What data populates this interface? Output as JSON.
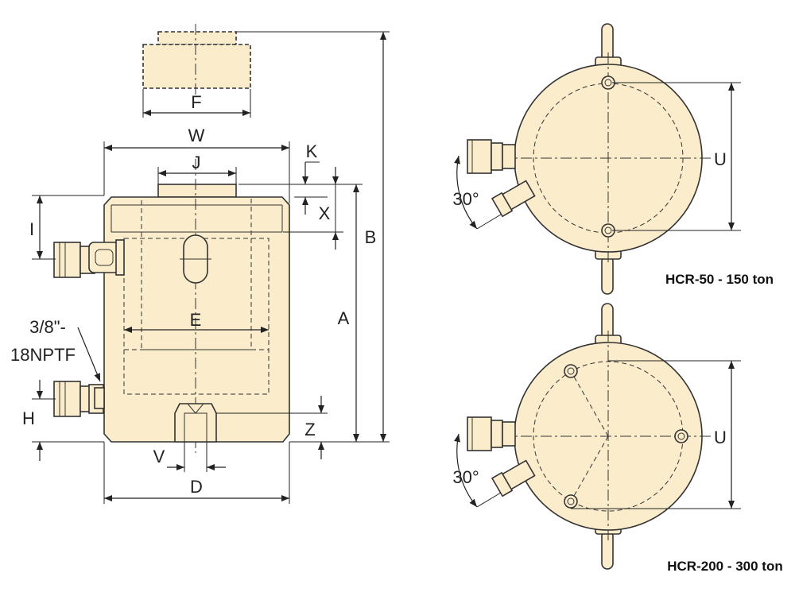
{
  "labels": {
    "F": "F",
    "W": "W",
    "J": "J",
    "K": "K",
    "X": "X",
    "B": "B",
    "I": "I",
    "A": "A",
    "E": "E",
    "port_line1": "3/8\"-",
    "port_line2": "18NPTF",
    "H": "H",
    "Z": "Z",
    "V": "V",
    "D": "D",
    "U_top": "U",
    "U_bottom": "U",
    "angle_top": "30°",
    "angle_bottom": "30°"
  },
  "models": {
    "top": "HCR-50 - 150 ton",
    "bottom": "HCR-200 - 300 ton"
  },
  "colors": {
    "body_fill": "#fbeccb",
    "line": "#333333"
  }
}
